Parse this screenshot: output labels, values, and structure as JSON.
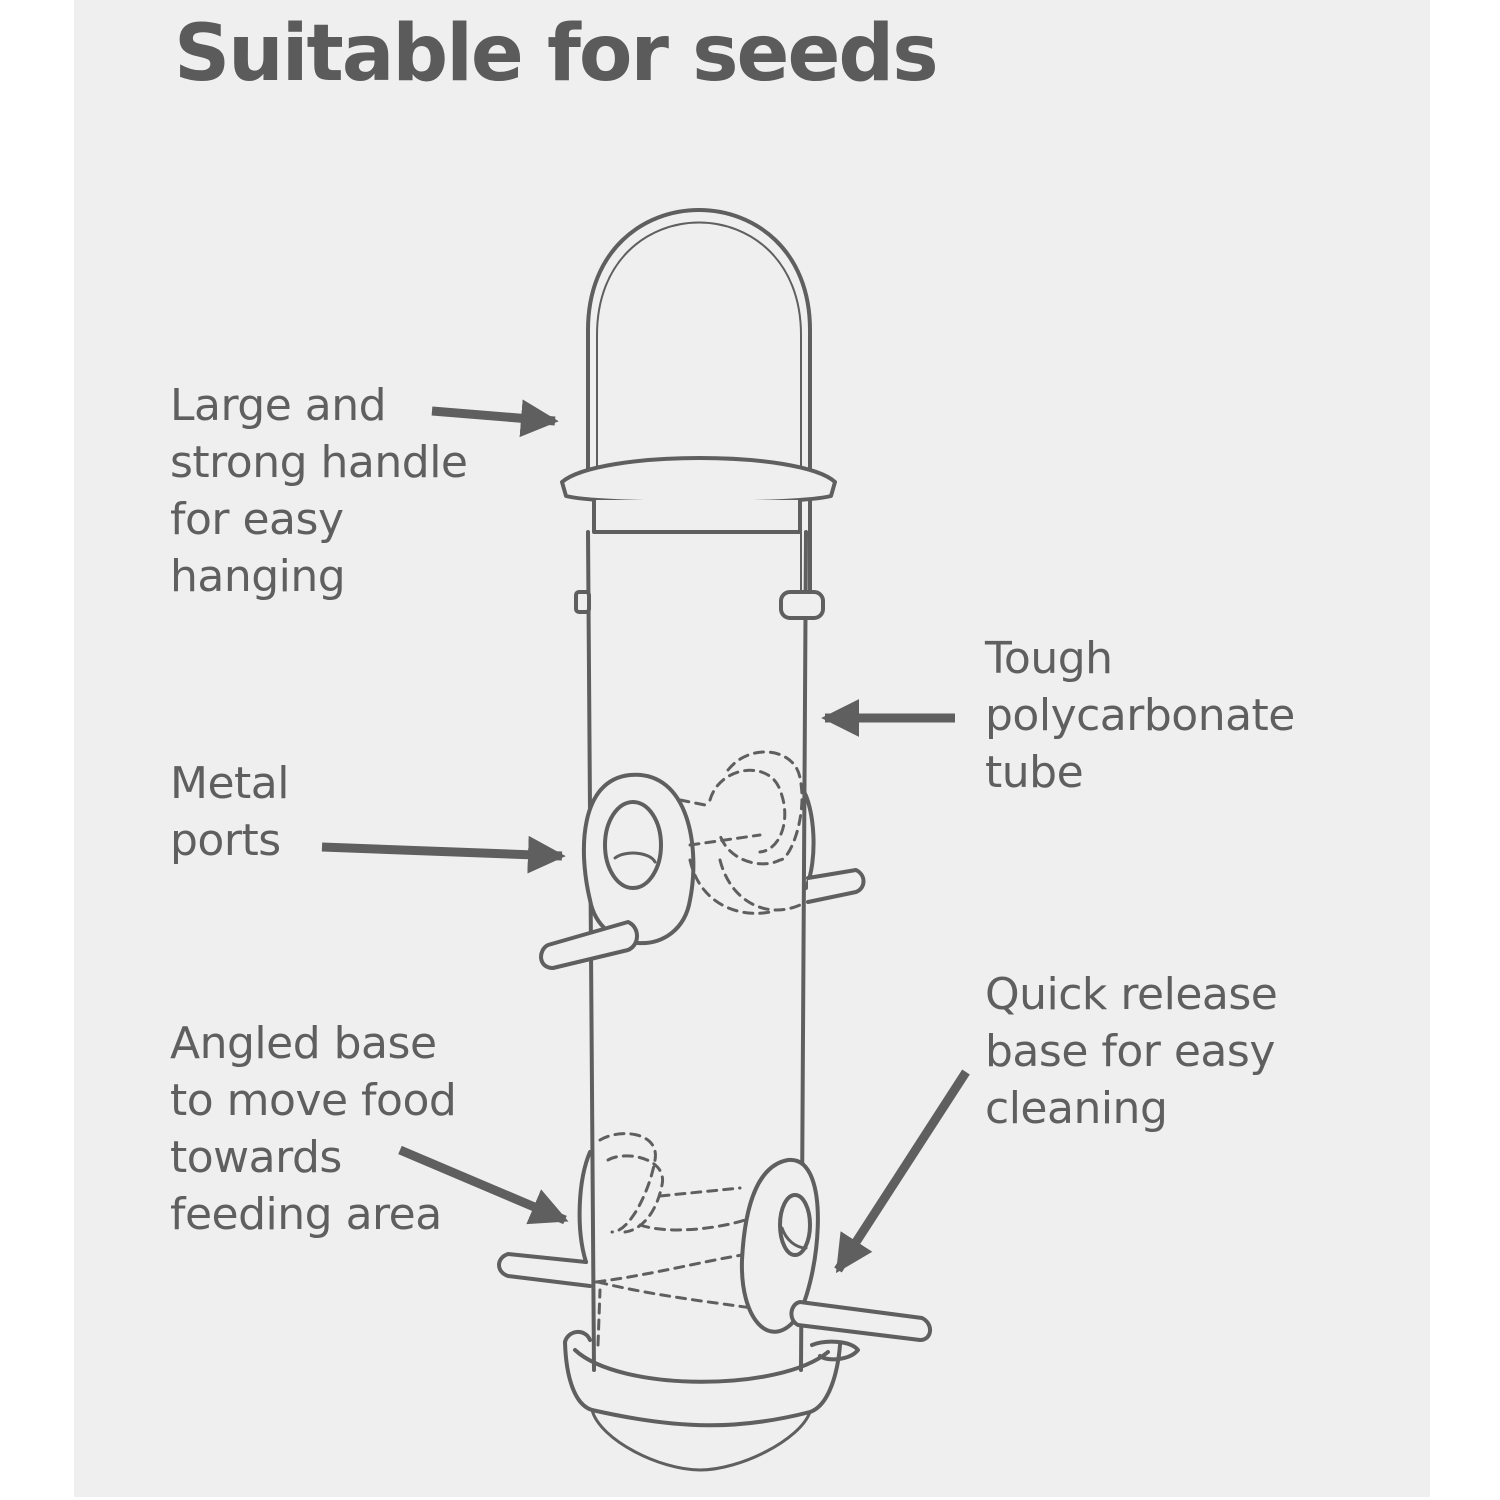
{
  "title": "Suitable for seeds",
  "colors": {
    "panel": "#efefef",
    "line": "#5f5f5f",
    "text": "#5f5f5f"
  },
  "callouts": {
    "handle": [
      "Large and",
      "strong handle",
      "for easy",
      "hanging"
    ],
    "tube": [
      "Tough",
      "polycarbonate",
      "tube"
    ],
    "ports": [
      "Metal",
      "ports"
    ],
    "angled_base": [
      "Angled base",
      "to move food",
      "towards",
      "feeding area"
    ],
    "quick_release": [
      "Quick release",
      "base for easy",
      "cleaning"
    ]
  }
}
